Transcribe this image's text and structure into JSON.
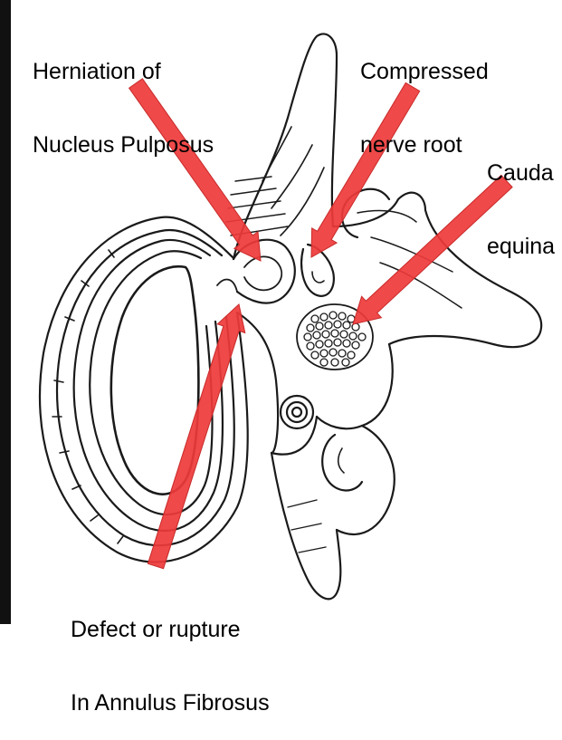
{
  "labels": {
    "herniation": {
      "line1": "Herniation of",
      "line2": "Nucleus Pulposus"
    },
    "nerve_root": {
      "line1": "Compressed",
      "line2": "nerve root"
    },
    "cauda": {
      "line1": "Cauda",
      "line2": "equina"
    },
    "defect": {
      "line1": "Defect or rupture",
      "line2": "In Annulus Fibrosus"
    }
  },
  "colors": {
    "arrow": "#ee3a3a",
    "arrow_edge": "#c92a2a",
    "ink": "#1a1a1a",
    "background": "#ffffff"
  }
}
